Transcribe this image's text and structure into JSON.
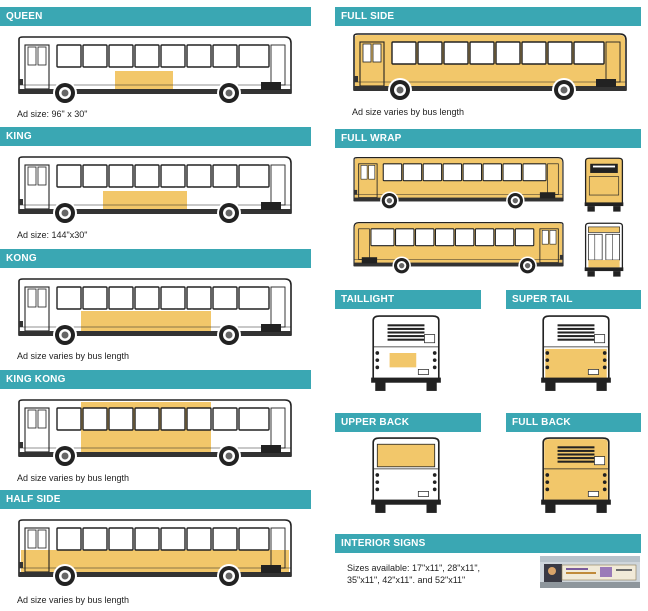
{
  "colors": {
    "header_bg": "#3aa7b3",
    "ad_fill": "#f2c76a",
    "bus_outline": "#222222"
  },
  "sections": {
    "queen": {
      "title": "QUEEN",
      "caption": "Ad size: 96\" x 30\""
    },
    "king": {
      "title": "KING",
      "caption": "Ad size: 144\"x30\""
    },
    "kong": {
      "title": "KONG",
      "caption": "Ad size varies by bus length"
    },
    "kingkong": {
      "title": "KING KONG",
      "caption": "Ad size varies by bus length"
    },
    "halfside": {
      "title": "HALF SIDE",
      "caption": "Ad size varies by bus length"
    },
    "fullside": {
      "title": "FULL SIDE",
      "caption": "Ad size varies by bus length"
    },
    "fullwrap": {
      "title": "FULL WRAP"
    },
    "taillight": {
      "title": "TAILLIGHT"
    },
    "supertail": {
      "title": "SUPER TAIL"
    },
    "upperback": {
      "title": "UPPER BACK"
    },
    "fullback": {
      "title": "FULL BACK"
    },
    "interior": {
      "title": "INTERIOR SIGNS",
      "line1": "Sizes available: 17\"x11\", 28\"x11\",",
      "line2": "35\"x11\", 42\"x11\". and 52\"x11\""
    }
  }
}
